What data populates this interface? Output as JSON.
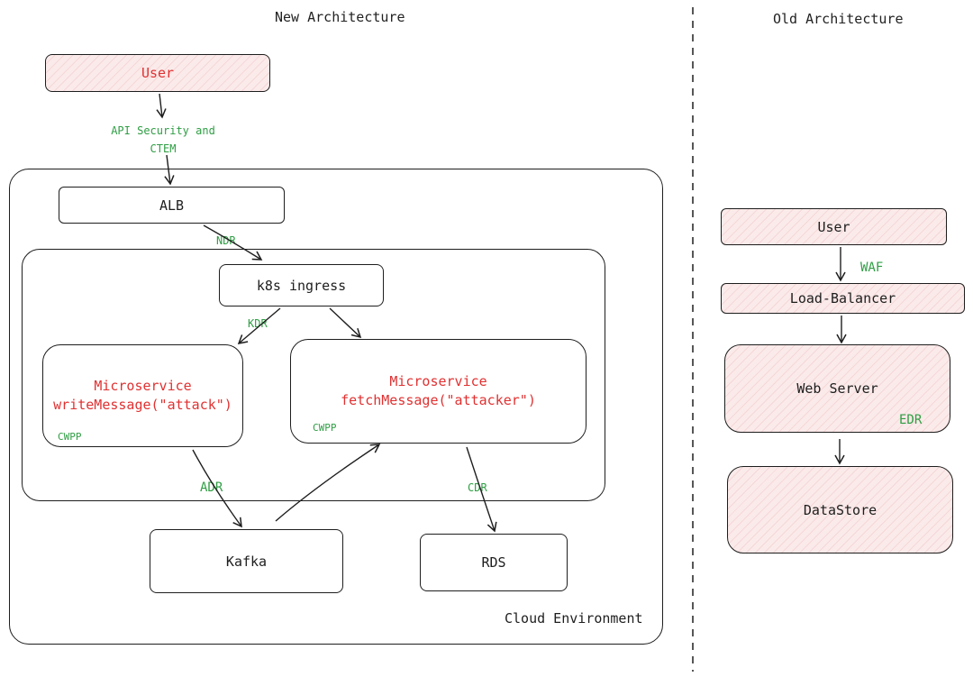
{
  "headings": {
    "new": "New Architecture",
    "old": "Old Architecture"
  },
  "new_arch": {
    "user": "User",
    "api_security": [
      "API Security and",
      "CTEM"
    ],
    "alb": "ALB",
    "ndr": "NDR",
    "k8s_ingress": "k8s ingress",
    "kdr": "KDR",
    "microservice_write": {
      "title": "Microservice",
      "call": "writeMessage(\"attack\")",
      "tag": "CWPP"
    },
    "microservice_fetch": {
      "title": "Microservice",
      "call": "fetchMessage(\"attacker\")",
      "tag": "CWPP"
    },
    "adr": "ADR",
    "cdr": "CDR",
    "kafka": "Kafka",
    "rds": "RDS",
    "cloud_environment": "Cloud Environment"
  },
  "old_arch": {
    "user": "User",
    "waf": "WAF",
    "load_balancer": "Load-Balancer",
    "web_server": "Web Server",
    "edr": "EDR",
    "datastore": "DataStore"
  },
  "colors": {
    "label_red": "#e03131",
    "label_green": "#2f9e44",
    "fill_pink": "#fbeaea",
    "stroke": "#1e1e1e"
  }
}
